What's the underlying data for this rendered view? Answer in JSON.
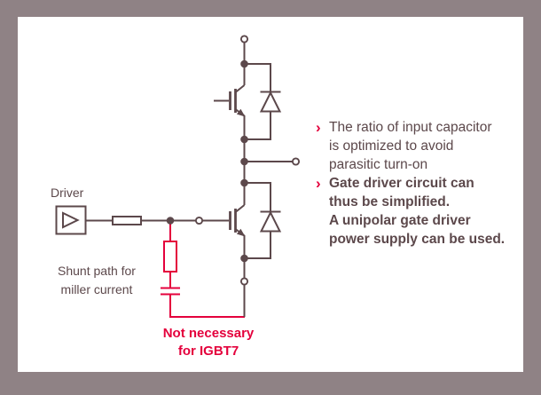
{
  "colors": {
    "frame": "#8f8285",
    "canvas": "#ffffff",
    "circuit": "#5c484b",
    "text": "#5c484b",
    "accent": "#e4003c"
  },
  "labels": {
    "driver": "Driver",
    "shunt_line1": "Shunt path for",
    "shunt_line2": "miller current",
    "not_necessary_line1": "Not necessary",
    "not_necessary_line2": "for IGBT7"
  },
  "icons": {
    "bullet_marker": "›"
  },
  "bullets": [
    {
      "marker": "›",
      "bold": false,
      "lines": [
        "The ratio of input capacitor",
        "is optimized to avoid",
        "parasitic turn-on"
      ]
    },
    {
      "marker": "›",
      "bold": true,
      "lines": [
        "Gate driver circuit can",
        "thus be simplified.",
        "A unipolar gate driver",
        "power supply can be used."
      ]
    }
  ]
}
